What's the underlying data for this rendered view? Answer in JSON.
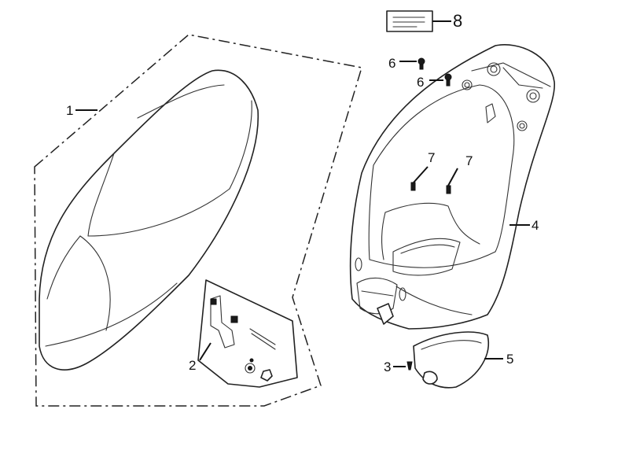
{
  "diagram": {
    "callouts": [
      {
        "id": "1",
        "text": "1"
      },
      {
        "id": "2",
        "text": "2"
      },
      {
        "id": "3",
        "text": "3"
      },
      {
        "id": "4",
        "text": "4"
      },
      {
        "id": "5",
        "text": "5"
      },
      {
        "id": "6a",
        "text": "6"
      },
      {
        "id": "6b",
        "text": "6"
      },
      {
        "id": "7a",
        "text": "7"
      },
      {
        "id": "7b",
        "text": "7"
      },
      {
        "id": "8",
        "text": "8"
      }
    ]
  }
}
